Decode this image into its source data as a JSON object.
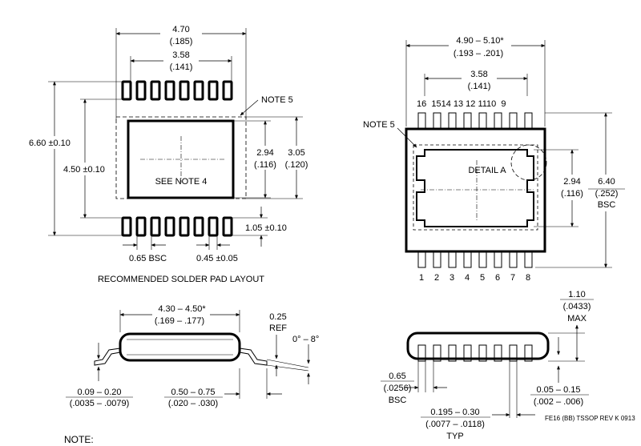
{
  "solder_pad_layout": {
    "caption": "RECOMMENDED SOLDER PAD LAYOUT",
    "dim_overall_width": "4.70",
    "dim_overall_width_in": "(.185)",
    "dim_pad_span": "3.58",
    "dim_pad_span_in": "(.141)",
    "note5": "NOTE 5",
    "dim_height": "6.60 ±0.10",
    "dim_inner_height": "4.50 ±0.10",
    "see_note4": "SEE NOTE 4",
    "dim_exposed_pad": "2.94",
    "dim_exposed_pad_in": "(.116)",
    "dim_pad_outline": "3.05",
    "dim_pad_outline_in": "(.120)",
    "dim_pad_length": "1.05 ±0.10",
    "dim_pitch": "0.65 BSC",
    "dim_pad_width": "0.45 ±0.05"
  },
  "top_view": {
    "dim_body_length": "4.90 – 5.10*",
    "dim_body_length_in": "(.193 – .201)",
    "dim_pad": "3.58",
    "dim_pad_in": "(.141)",
    "top_pins": [
      "16",
      "15",
      "14",
      "13",
      "12",
      "11",
      "10",
      "9"
    ],
    "top_pin_label": "16  1514 13 12 1110  9",
    "bottom_pins": [
      "1",
      "2",
      "3",
      "4",
      "5",
      "6",
      "7",
      "8"
    ],
    "note5": "NOTE 5",
    "detail": "DETAIL A",
    "dim_exposed": "2.94",
    "dim_exposed_in": "(.116)",
    "dim_width": "6.40",
    "dim_width_in": "(.252)",
    "dim_width_bsc": "BSC"
  },
  "end_view": {
    "dim_body_width": "4.30 – 4.50*",
    "dim_body_width_in": "(.169 – .177)",
    "ref_value": "0.25",
    "ref_label": "REF",
    "angle": "0° – 8°",
    "dim_lead_thickness": "0.09 – 0.20",
    "dim_lead_thickness_in": "(.0035 – .0079)",
    "dim_foot": "0.50 – 0.75",
    "dim_foot_in": "(.020 – .030)"
  },
  "side_view": {
    "dim_height": "1.10",
    "dim_height_in": "(.0433)",
    "dim_height_max": "MAX",
    "dim_pitch": "0.65",
    "dim_pitch_in": "(.0256)",
    "dim_pitch_bsc": "BSC",
    "dim_standoff": "0.05 – 0.15",
    "dim_standoff_in": "(.002 – .006)",
    "dim_lead_width": "0.195 – 0.30",
    "dim_lead_width_in": "(.0077 – .0118)",
    "dim_lead_typ": "TYP",
    "revision": "FE16 (BB) TSSOP REV K 0913"
  },
  "footer": {
    "note_label": "NOTE:"
  }
}
